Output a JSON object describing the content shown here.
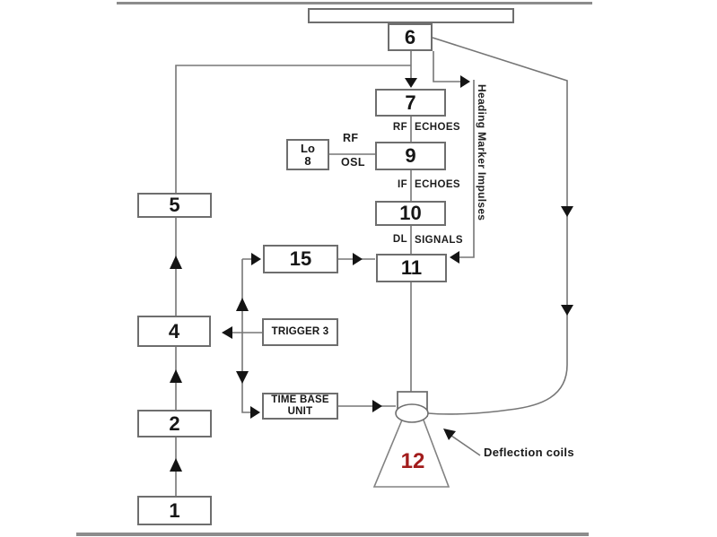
{
  "diagram_title": "radar-system-block-diagram",
  "boxes": {
    "b1": "1",
    "b2": "2",
    "b4": "4",
    "b5": "5",
    "b6": "6",
    "b7": "7",
    "b9": "9",
    "b10": "10",
    "b11": "11",
    "b15": "15",
    "b12": "12",
    "lo_line1": "Lo",
    "lo_line2": "8",
    "trigger": "TRIGGER 3",
    "time_base_line1": "TIME BASE",
    "time_base_line2": "UNIT"
  },
  "labels": {
    "rf_echoes_left": "RF",
    "rf_echoes_right": "ECHOES",
    "if_echoes_left": "IF",
    "if_echoes_right": "ECHOES",
    "dl_signals_left": "DL",
    "dl_signals_right": "SIGNALS",
    "lo_rf": "RF",
    "lo_osl": "OSL",
    "heading_marker": "Heading Marker Impulses",
    "deflection_coils": "Deflection coils"
  },
  "colors": {
    "background": "#ffffff",
    "wire": "#767676",
    "box_border": "#6e6e6e",
    "text": "#1c1c1c",
    "arrowhead": "#141414",
    "crt_number": "#a21c1c",
    "divider_bar": "#8c8c8c"
  }
}
